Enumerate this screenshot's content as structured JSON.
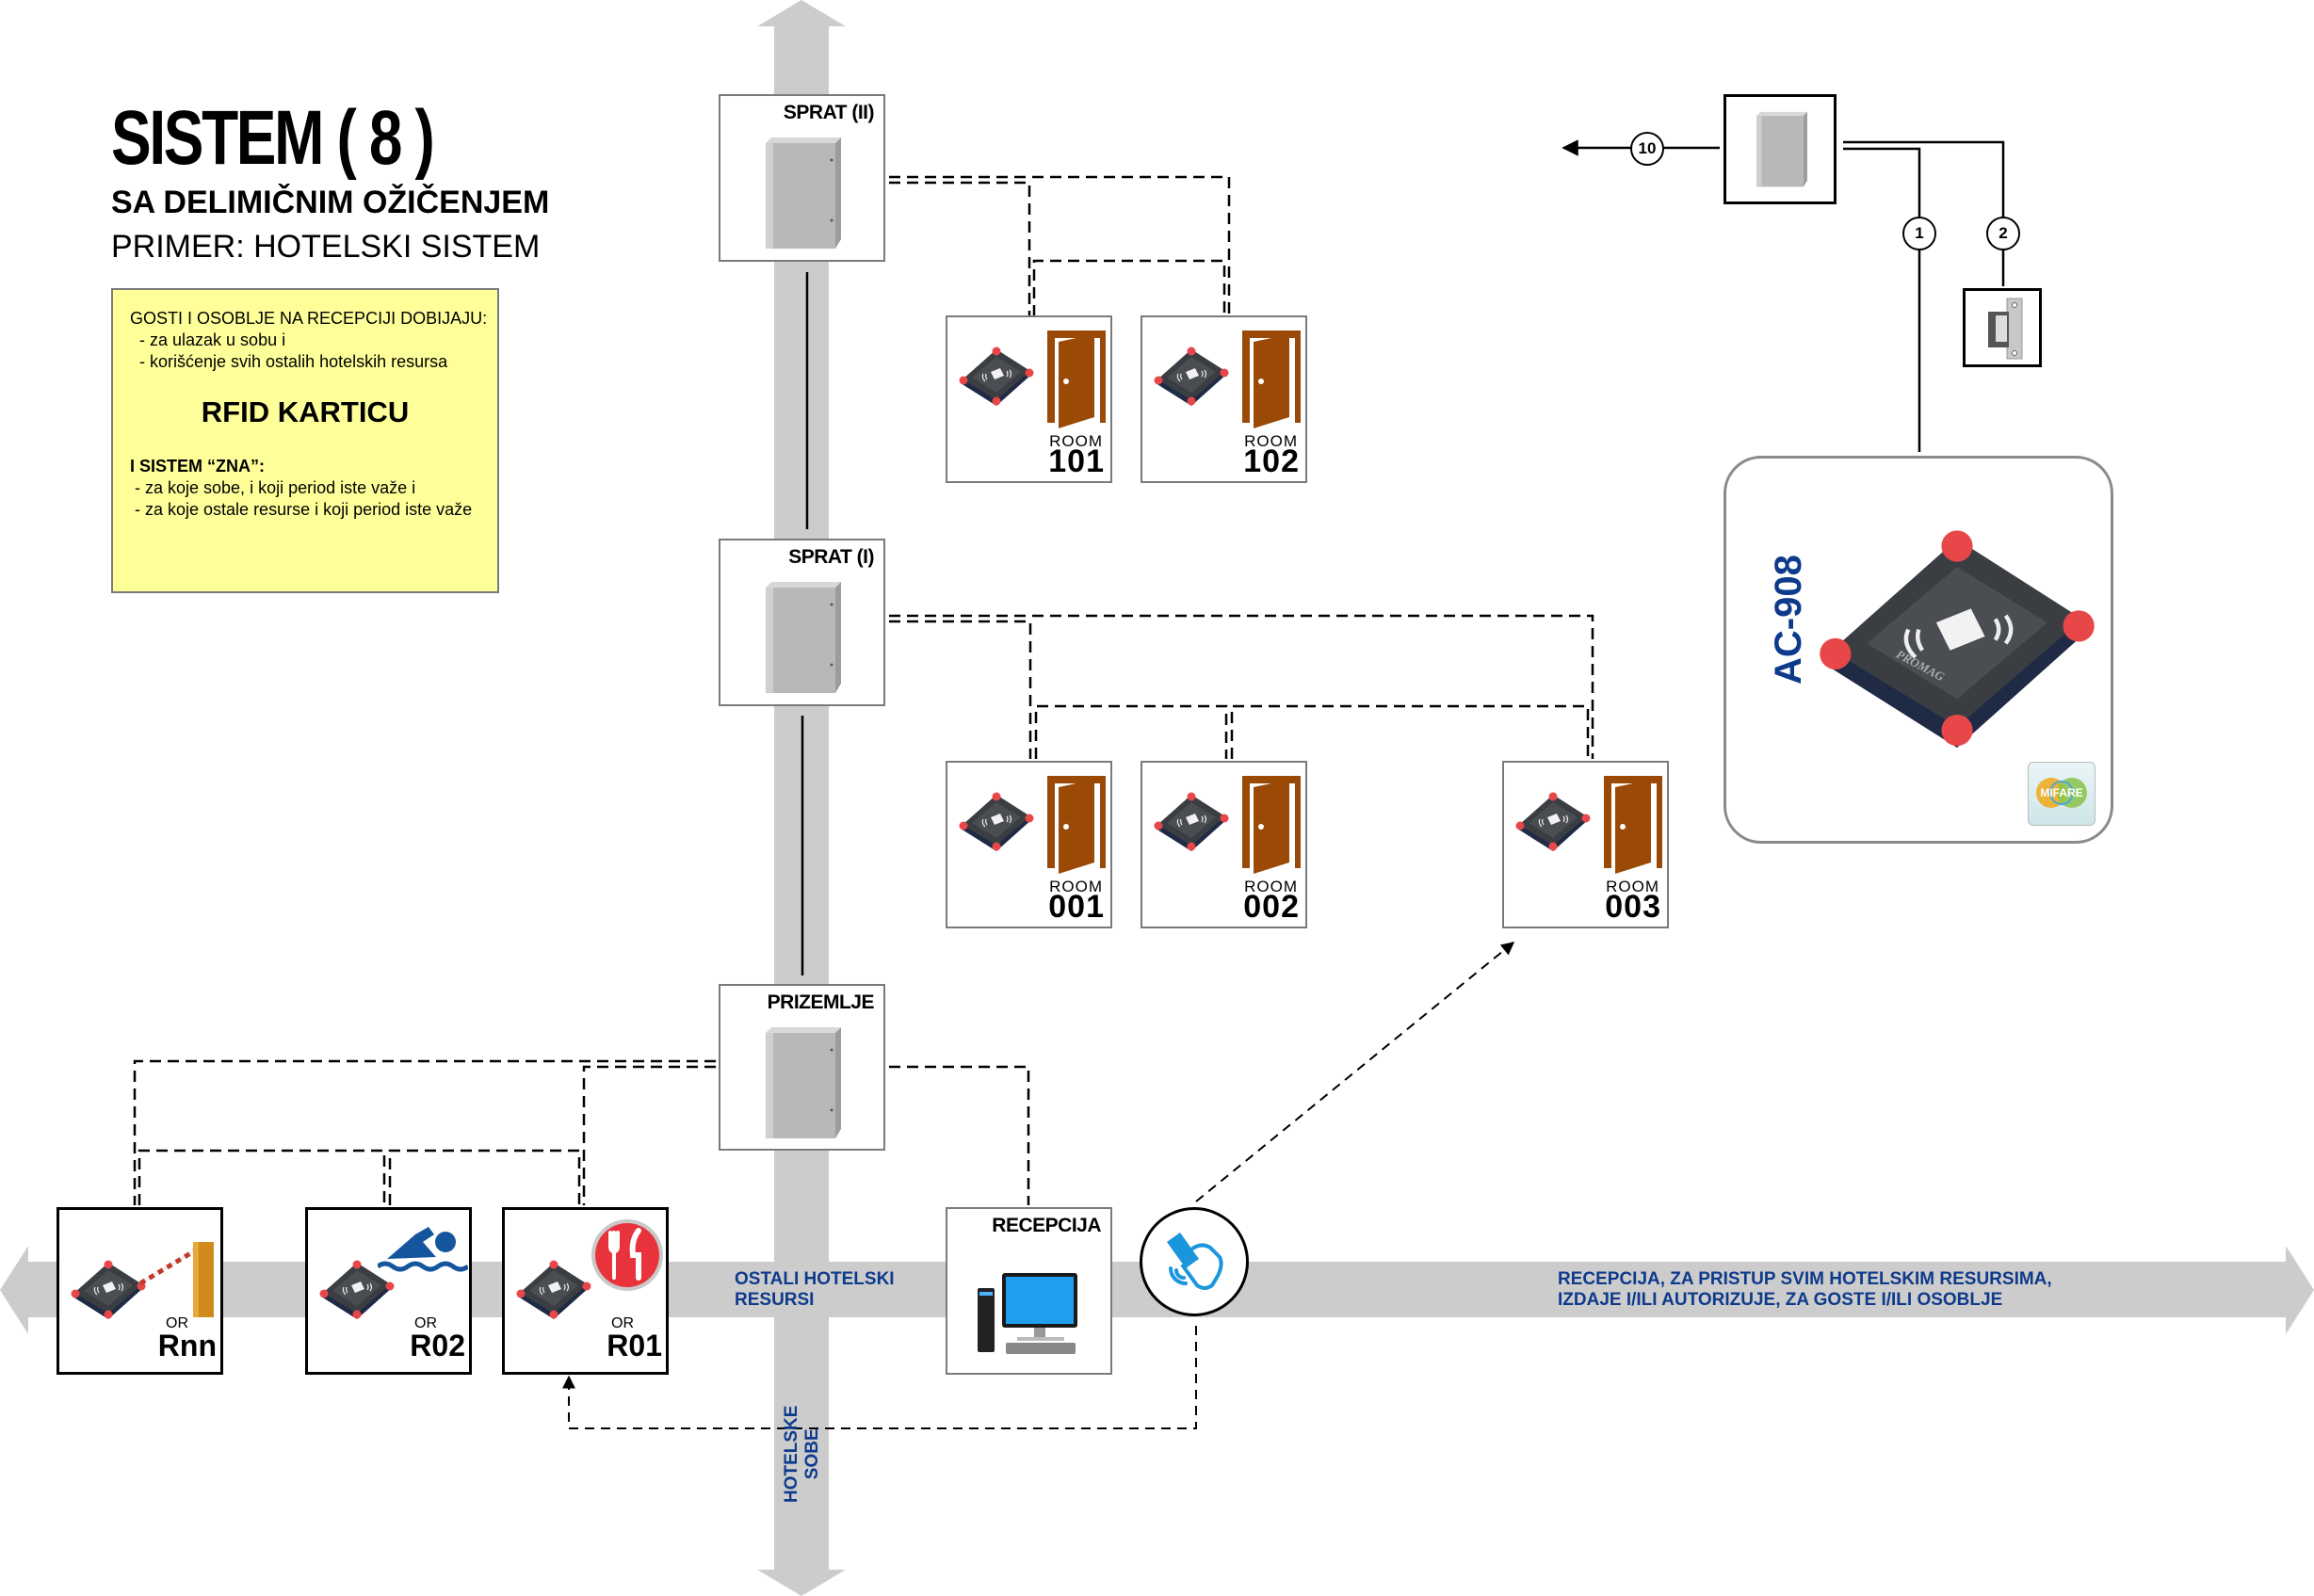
{
  "header": {
    "title": "SISTEM ( 8 )",
    "subtitle": "SA DELIMIČNIM OŽIČENJEM",
    "example": "PRIMER: HOTELSKI SISTEM"
  },
  "note": {
    "intro": "GOSTI I OSOBLJE NA RECEPCIJI DOBIJAJU:",
    "items": [
      "  - za ulazak u sobu i",
      "  - korišćenje svih ostalih hotelskih resursa"
    ],
    "highlight": "RFID KARTICU",
    "system_heading": "I SISTEM “ZNA”:",
    "system_items": [
      " - za koje sobe, i koji period iste važe i",
      " - za koje ostale resurse i koji period iste važe"
    ]
  },
  "floors": [
    {
      "label": "SPRAT (II)",
      "rooms": [
        {
          "word": "ROOM",
          "number": "101"
        },
        {
          "word": "ROOM",
          "number": "102"
        }
      ]
    },
    {
      "label": "SPRAT (I)",
      "rooms": [
        {
          "word": "ROOM",
          "number": "001"
        },
        {
          "word": "ROOM",
          "number": "002"
        },
        {
          "word": "ROOM",
          "number": "003"
        }
      ]
    },
    {
      "label": "PRIZEMLJE"
    }
  ],
  "resources": [
    {
      "or": "OR",
      "code": "Rnn",
      "icon": "parking-barrier-icon"
    },
    {
      "or": "OR",
      "code": "R02",
      "icon": "swimming-pool-icon"
    },
    {
      "or": "OR",
      "code": "R01",
      "icon": "restaurant-icon"
    }
  ],
  "reception": {
    "label": "RECEPCIJA"
  },
  "axis_labels": {
    "other_resources": [
      "OSTALI HOTELSKI",
      "RESURSI"
    ],
    "hotel_rooms": [
      "HOTELSKE",
      "SOBE"
    ],
    "reception_note": [
      "RECEPCIJA, ZA PRISTUP SVIM HOTELSKIM RESURSIMA,",
      "IZDAJE I/ILI AUTORIZUJE, ZA GOSTE I/ILI OSOBLJE"
    ]
  },
  "wiring_legend": {
    "connections": [
      "10",
      "1",
      "2"
    ]
  },
  "reader": {
    "model": "AC-908",
    "brand": "PROMAG",
    "badge": "MIFARE"
  },
  "colors": {
    "arrow_gray": "#cccccc",
    "label_blue": "#0e3a8c",
    "note_yellow": "#ffff99",
    "door_brown": "#9a4a06",
    "card_blue": "#1a96dc",
    "led_red": "#e8474a"
  }
}
